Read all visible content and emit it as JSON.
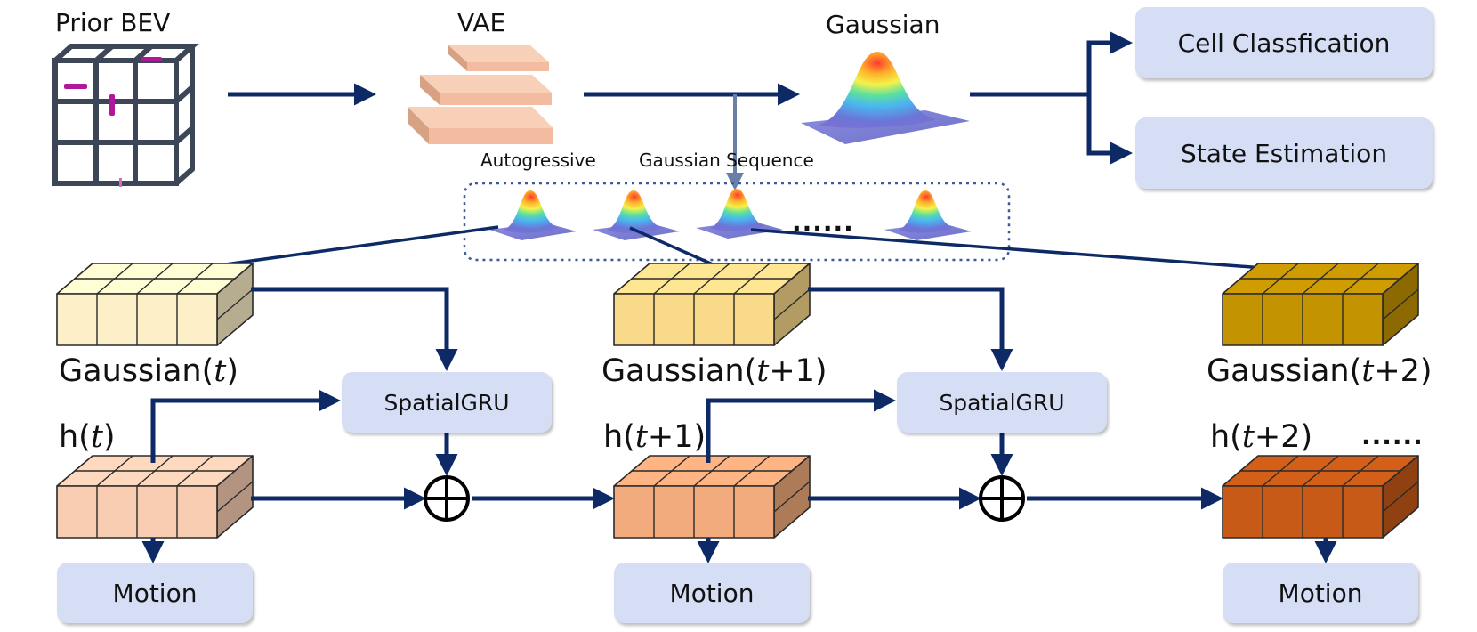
{
  "labels": {
    "prior_bev": "Prior BEV",
    "vae": "VAE",
    "gaussian": "Gaussian",
    "sequence_title_a": "Autogressive",
    "sequence_title_b": "Gaussian Sequence",
    "sequence_ellipsis": "......",
    "h_ellipsis": "......"
  },
  "outputs": {
    "cell_classification": "Cell Classfication",
    "state_estimation": "State Estimation"
  },
  "gru": {
    "left": "SpatialGRU",
    "right": "SpatialGRU"
  },
  "motion": [
    "Motion",
    "Motion",
    "Motion"
  ],
  "gaussian_steps": [
    {
      "prefix": "Gaussian(",
      "var": "t",
      "suffix": ")"
    },
    {
      "prefix": "Gaussian(",
      "var": "t",
      "suffix": "+1)"
    },
    {
      "prefix": "Gaussian(",
      "var": "t",
      "suffix": "+2)"
    }
  ],
  "hidden_steps": [
    {
      "prefix": "h(",
      "var": "t",
      "suffix": ")"
    },
    {
      "prefix": "h(",
      "var": "t",
      "suffix": "+1)"
    },
    {
      "prefix": "h(",
      "var": "t",
      "suffix": "+2)"
    }
  ],
  "colors": {
    "arrow": "#0d2a66",
    "box_fill": "#d5def4",
    "grid_line": "#3c4656",
    "vae_slab": "#e9b496",
    "gaussian_cube_1": "#fdefc8",
    "gaussian_cube_2": "#f9d98a",
    "gaussian_cube_3": "#c39302",
    "hidden_cube_1": "#f9cdb2",
    "hidden_cube_2": "#f2ab7c",
    "hidden_cube_3": "#c85a18"
  }
}
